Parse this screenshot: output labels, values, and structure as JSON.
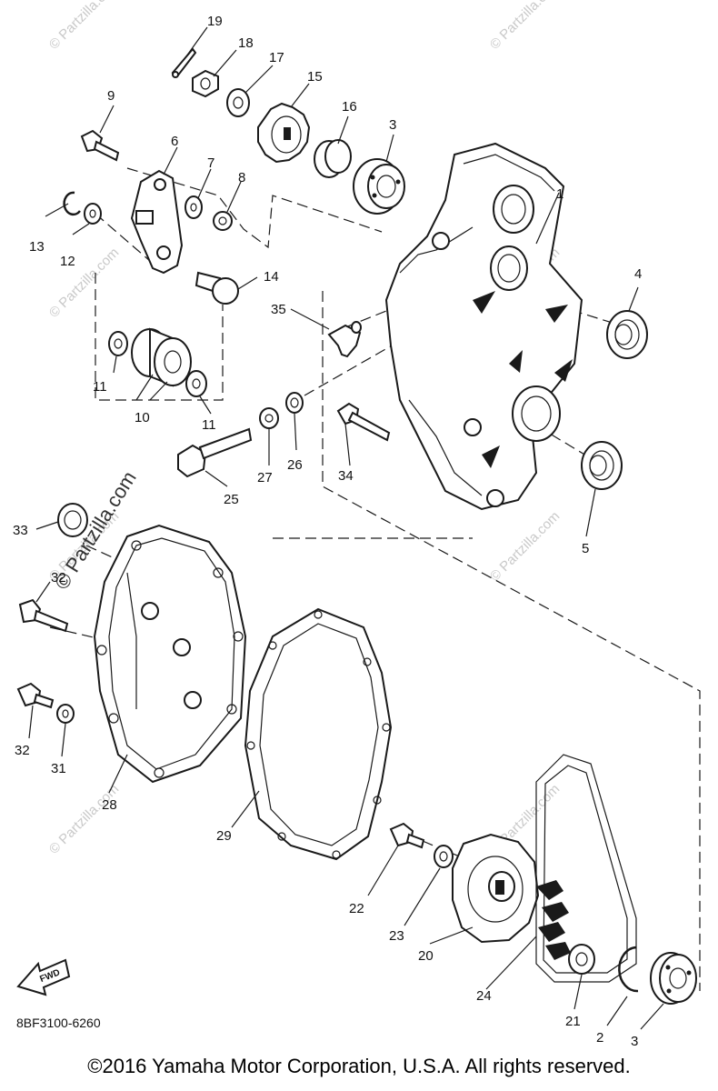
{
  "diagram": {
    "part_numbers": [
      "1",
      "2",
      "3",
      "3",
      "4",
      "5",
      "6",
      "7",
      "8",
      "9",
      "10",
      "11",
      "11",
      "12",
      "13",
      "14",
      "15",
      "16",
      "17",
      "18",
      "19",
      "20",
      "21",
      "22",
      "23",
      "24",
      "25",
      "26",
      "27",
      "28",
      "29",
      "31",
      "32",
      "33",
      "34",
      "35",
      "32"
    ],
    "direction_label": "FWD",
    "diagram_code": "8BF3100-6260",
    "copyright": "©2016  Yamaha Motor Corporation, U.S.A. All rights reserved.",
    "watermarks": [
      "© Partzilla.com"
    ]
  }
}
